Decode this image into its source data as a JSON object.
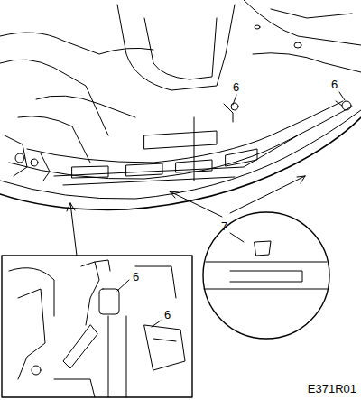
{
  "diagram": {
    "labels": [
      "6",
      "6",
      "6",
      "6",
      "7",
      "E371R01"
    ]
  }
}
